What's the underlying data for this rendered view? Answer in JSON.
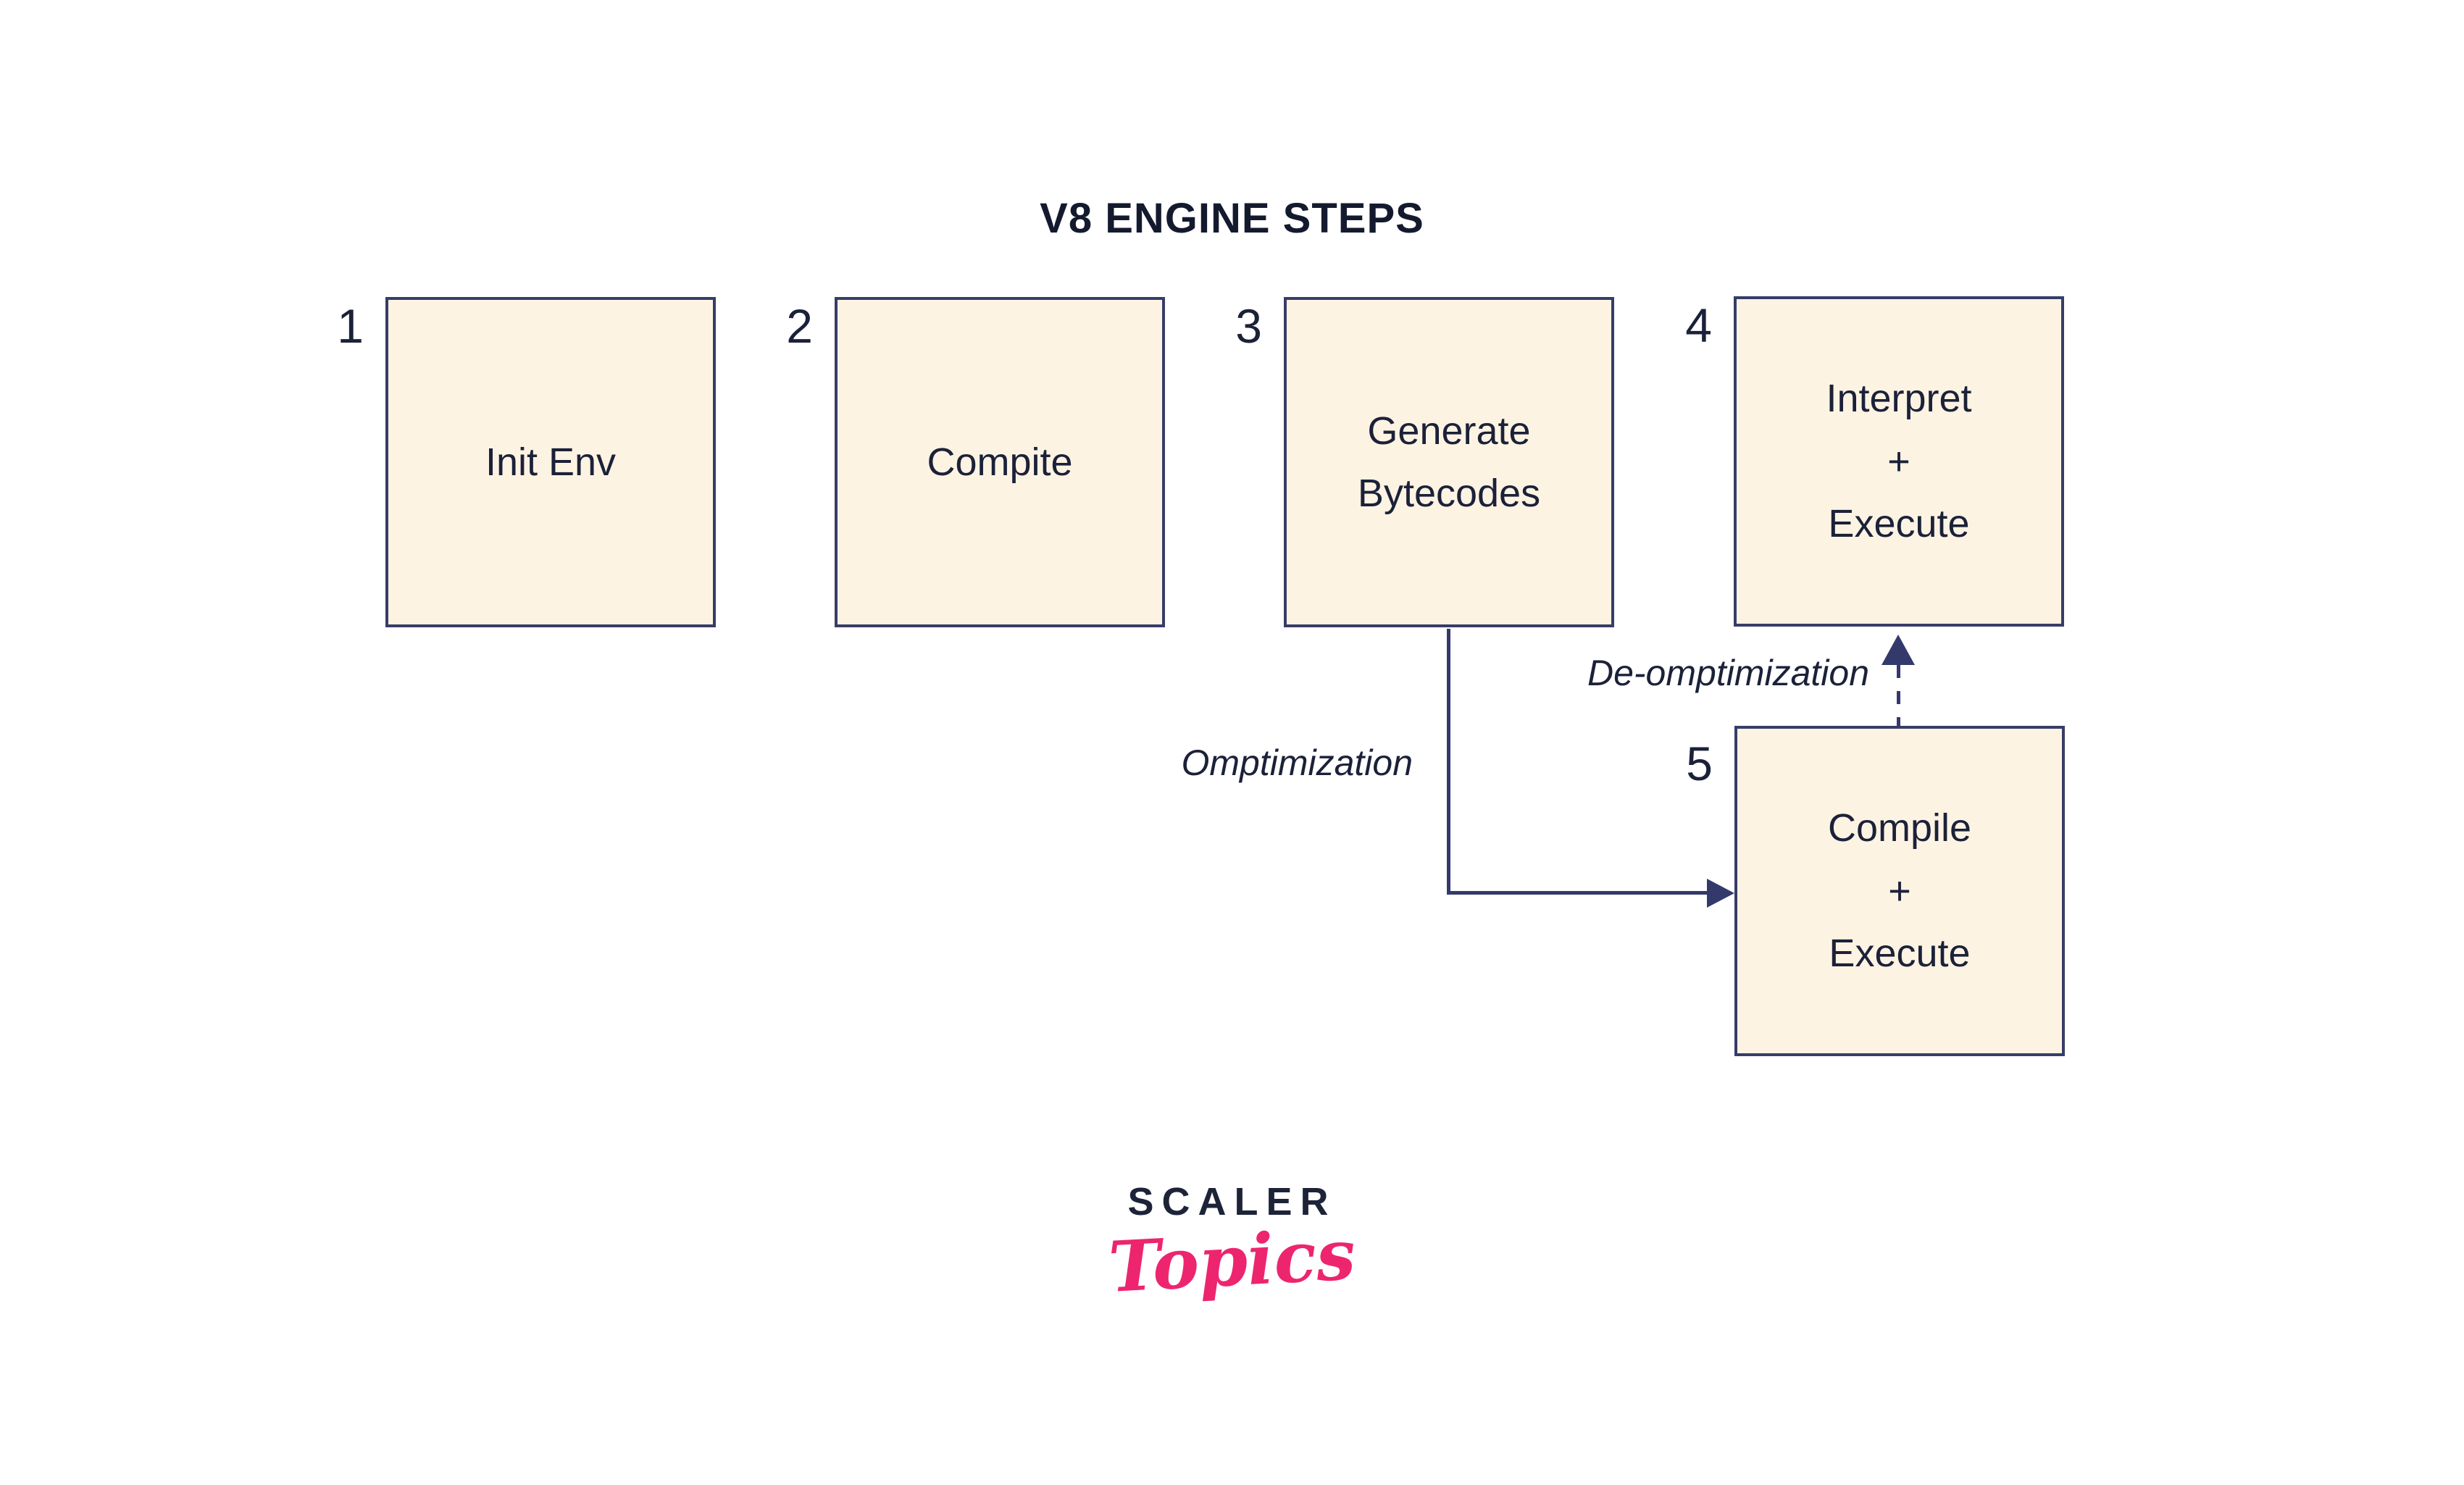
{
  "title": "V8 ENGINE STEPS",
  "steps": [
    {
      "number": "1",
      "label": "Init Env"
    },
    {
      "number": "2",
      "label": "Compite"
    },
    {
      "number": "3",
      "label": "Generate\nBytecodes"
    },
    {
      "number": "4",
      "label": "Interpret\n+\nExecute"
    },
    {
      "number": "5",
      "label": "Compile\n+\nExecute"
    }
  ],
  "flow": {
    "optimization_label": "Omptimization",
    "deoptimization_label": "De-omptimization"
  },
  "logo": {
    "brand": "SCALER",
    "wordmark": "Topics"
  },
  "colors": {
    "box_fill": "#fdf3e3",
    "box_border": "#373d68",
    "text": "#1b2138",
    "line": "#333a6b",
    "logo_pink": "#ed256e"
  }
}
